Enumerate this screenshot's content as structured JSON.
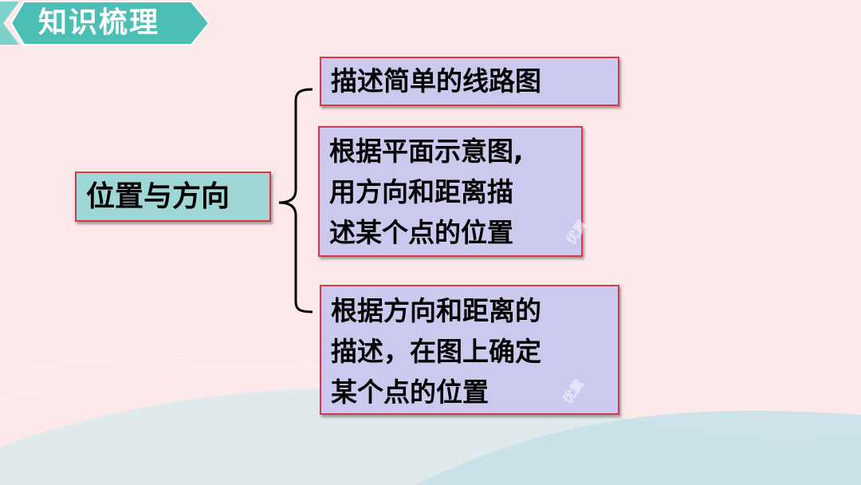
{
  "header": {
    "title": "知识梳理"
  },
  "mindmap": {
    "root": "位置与方向",
    "branches": [
      {
        "lines": [
          "描述简单的线路图"
        ]
      },
      {
        "lines": [
          "根据平面示意图,",
          "用方向和距离描",
          "述某个点的位置"
        ]
      },
      {
        "lines": [
          "根据方向和距离的",
          "描述，在图上确定",
          "某个点的位置"
        ]
      }
    ]
  },
  "watermarks": [
    "优翼",
    "优翼"
  ],
  "colors": {
    "background": "#fde8ea",
    "header_teal": "#4bbfb3",
    "root_fill": "#9fd6d6",
    "leaf_fill": "#ccc9ee",
    "box_border": "#d33a4a",
    "wave": "#cfe6ea"
  }
}
